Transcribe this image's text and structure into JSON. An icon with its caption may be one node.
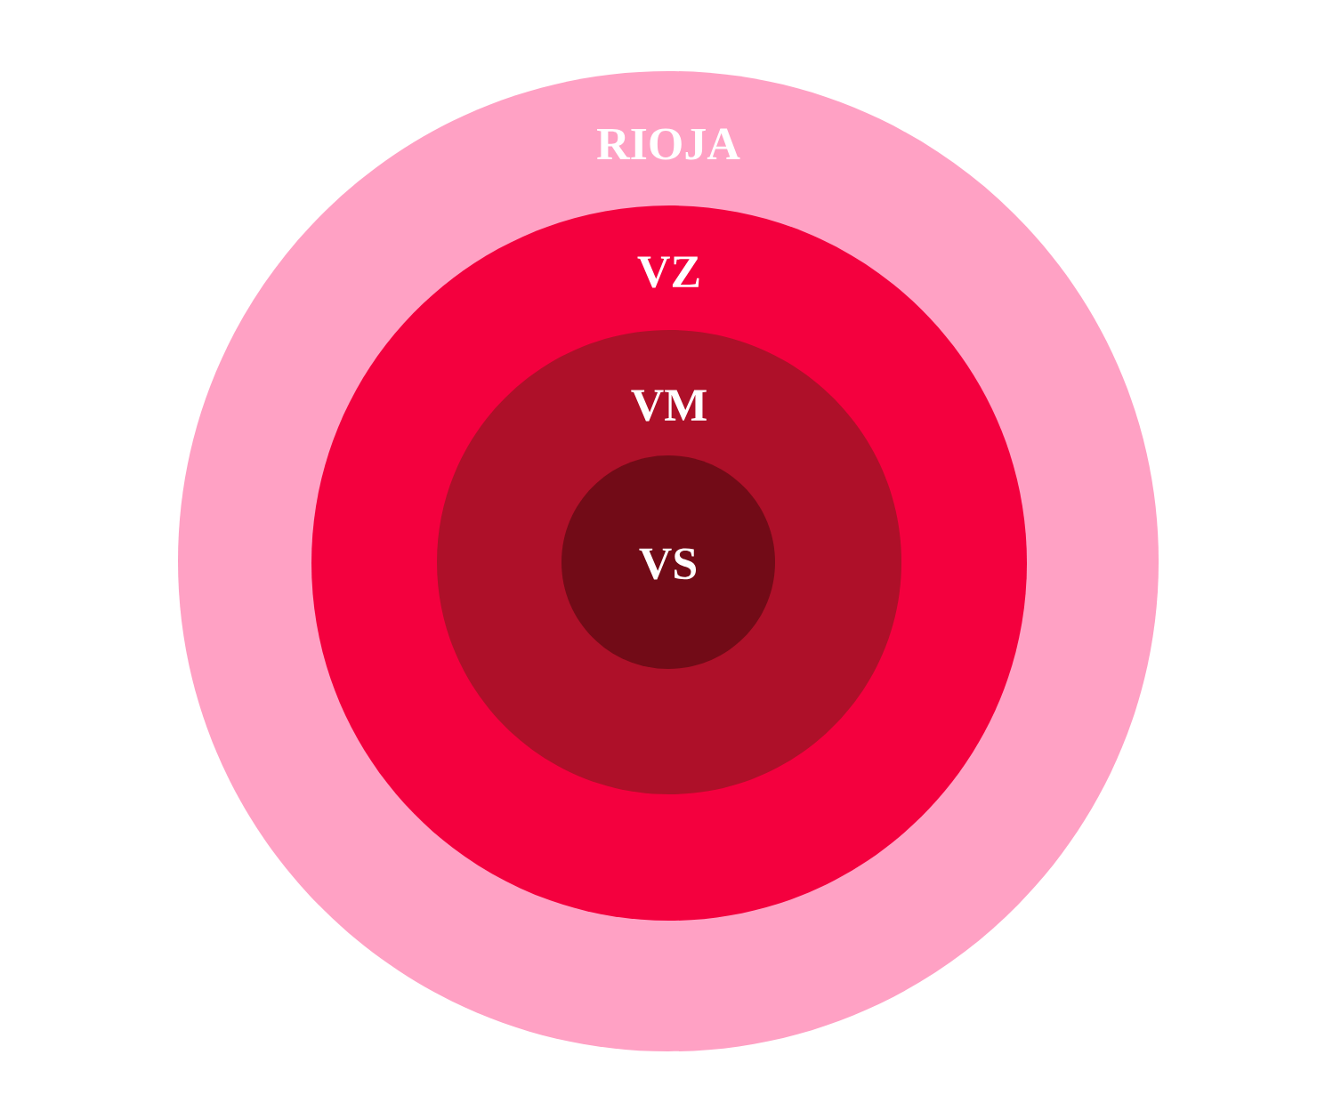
{
  "diagram": {
    "nodes": [
      {
        "text": [
          "RIOJA"
        ]
      },
      {
        "text": [
          "VZ"
        ],
        "in": 0
      },
      {
        "text": [
          "VM"
        ],
        "in": 1
      },
      {
        "text": [
          "VS"
        ],
        "in": 2
      }
    ]
  }
}
